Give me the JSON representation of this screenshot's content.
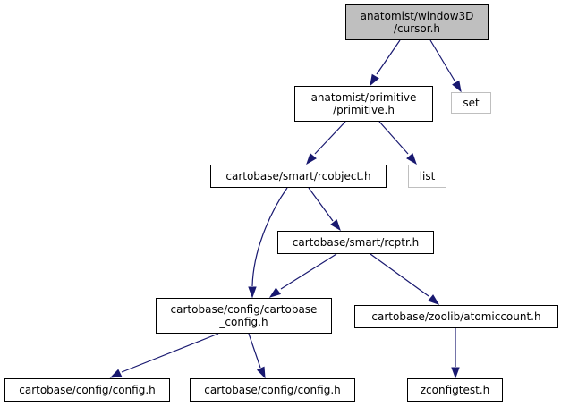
{
  "diagram": {
    "nodes": [
      {
        "id": "cursor",
        "lines": [
          "anatomist/window3D",
          "/cursor.h"
        ],
        "fill": "#bfbfbf",
        "external": false
      },
      {
        "id": "primitive",
        "lines": [
          "anatomist/primitive",
          "/primitive.h"
        ],
        "fill": "#ffffff",
        "external": false
      },
      {
        "id": "set",
        "lines": [
          "set"
        ],
        "fill": "#ffffff",
        "external": true
      },
      {
        "id": "rcobject",
        "lines": [
          "cartobase/smart/rcobject.h"
        ],
        "fill": "#ffffff",
        "external": false
      },
      {
        "id": "list",
        "lines": [
          "list"
        ],
        "fill": "#ffffff",
        "external": true
      },
      {
        "id": "rcptr",
        "lines": [
          "cartobase/smart/rcptr.h"
        ],
        "fill": "#ffffff",
        "external": false
      },
      {
        "id": "cartobase_config",
        "lines": [
          "cartobase/config/cartobase",
          "_config.h"
        ],
        "fill": "#ffffff",
        "external": false
      },
      {
        "id": "atomiccount",
        "lines": [
          "cartobase/zoolib/atomiccount.h"
        ],
        "fill": "#ffffff",
        "external": false
      },
      {
        "id": "config1",
        "lines": [
          "cartobase/config/config.h"
        ],
        "fill": "#ffffff",
        "external": false
      },
      {
        "id": "config2",
        "lines": [
          "cartobase/config/config.h"
        ],
        "fill": "#ffffff",
        "external": false
      },
      {
        "id": "zconfigtest",
        "lines": [
          "zconfigtest.h"
        ],
        "fill": "#ffffff",
        "external": false
      }
    ],
    "edges": [
      {
        "from": "cursor",
        "to": "primitive"
      },
      {
        "from": "cursor",
        "to": "set"
      },
      {
        "from": "primitive",
        "to": "rcobject"
      },
      {
        "from": "primitive",
        "to": "list"
      },
      {
        "from": "rcobject",
        "to": "rcptr"
      },
      {
        "from": "rcobject",
        "to": "cartobase_config"
      },
      {
        "from": "rcptr",
        "to": "cartobase_config"
      },
      {
        "from": "rcptr",
        "to": "atomiccount"
      },
      {
        "from": "cartobase_config",
        "to": "config1"
      },
      {
        "from": "cartobase_config",
        "to": "config2"
      },
      {
        "from": "atomiccount",
        "to": "zconfigtest"
      }
    ]
  }
}
